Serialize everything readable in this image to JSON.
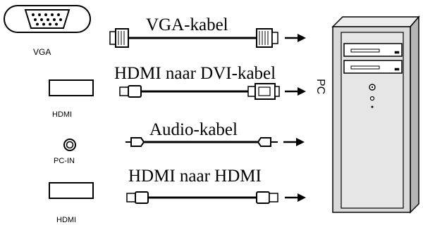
{
  "ports": {
    "vga": "VGA",
    "hdmi_1": "HDMI",
    "pc_in": "PC-IN",
    "hdmi_2": "HDMI"
  },
  "cables": {
    "vga": "VGA-kabel",
    "hdmi_dvi": "HDMI naar DVI-kabel",
    "audio": "Audio-kabel",
    "hdmi_hdmi": "HDMI naar HDMI"
  },
  "pc_label": "PC",
  "colors": {
    "line": "#000000",
    "background": "#ffffff",
    "tower_shade": "#d9d9d9",
    "tower_side": "#b5b5b5"
  }
}
